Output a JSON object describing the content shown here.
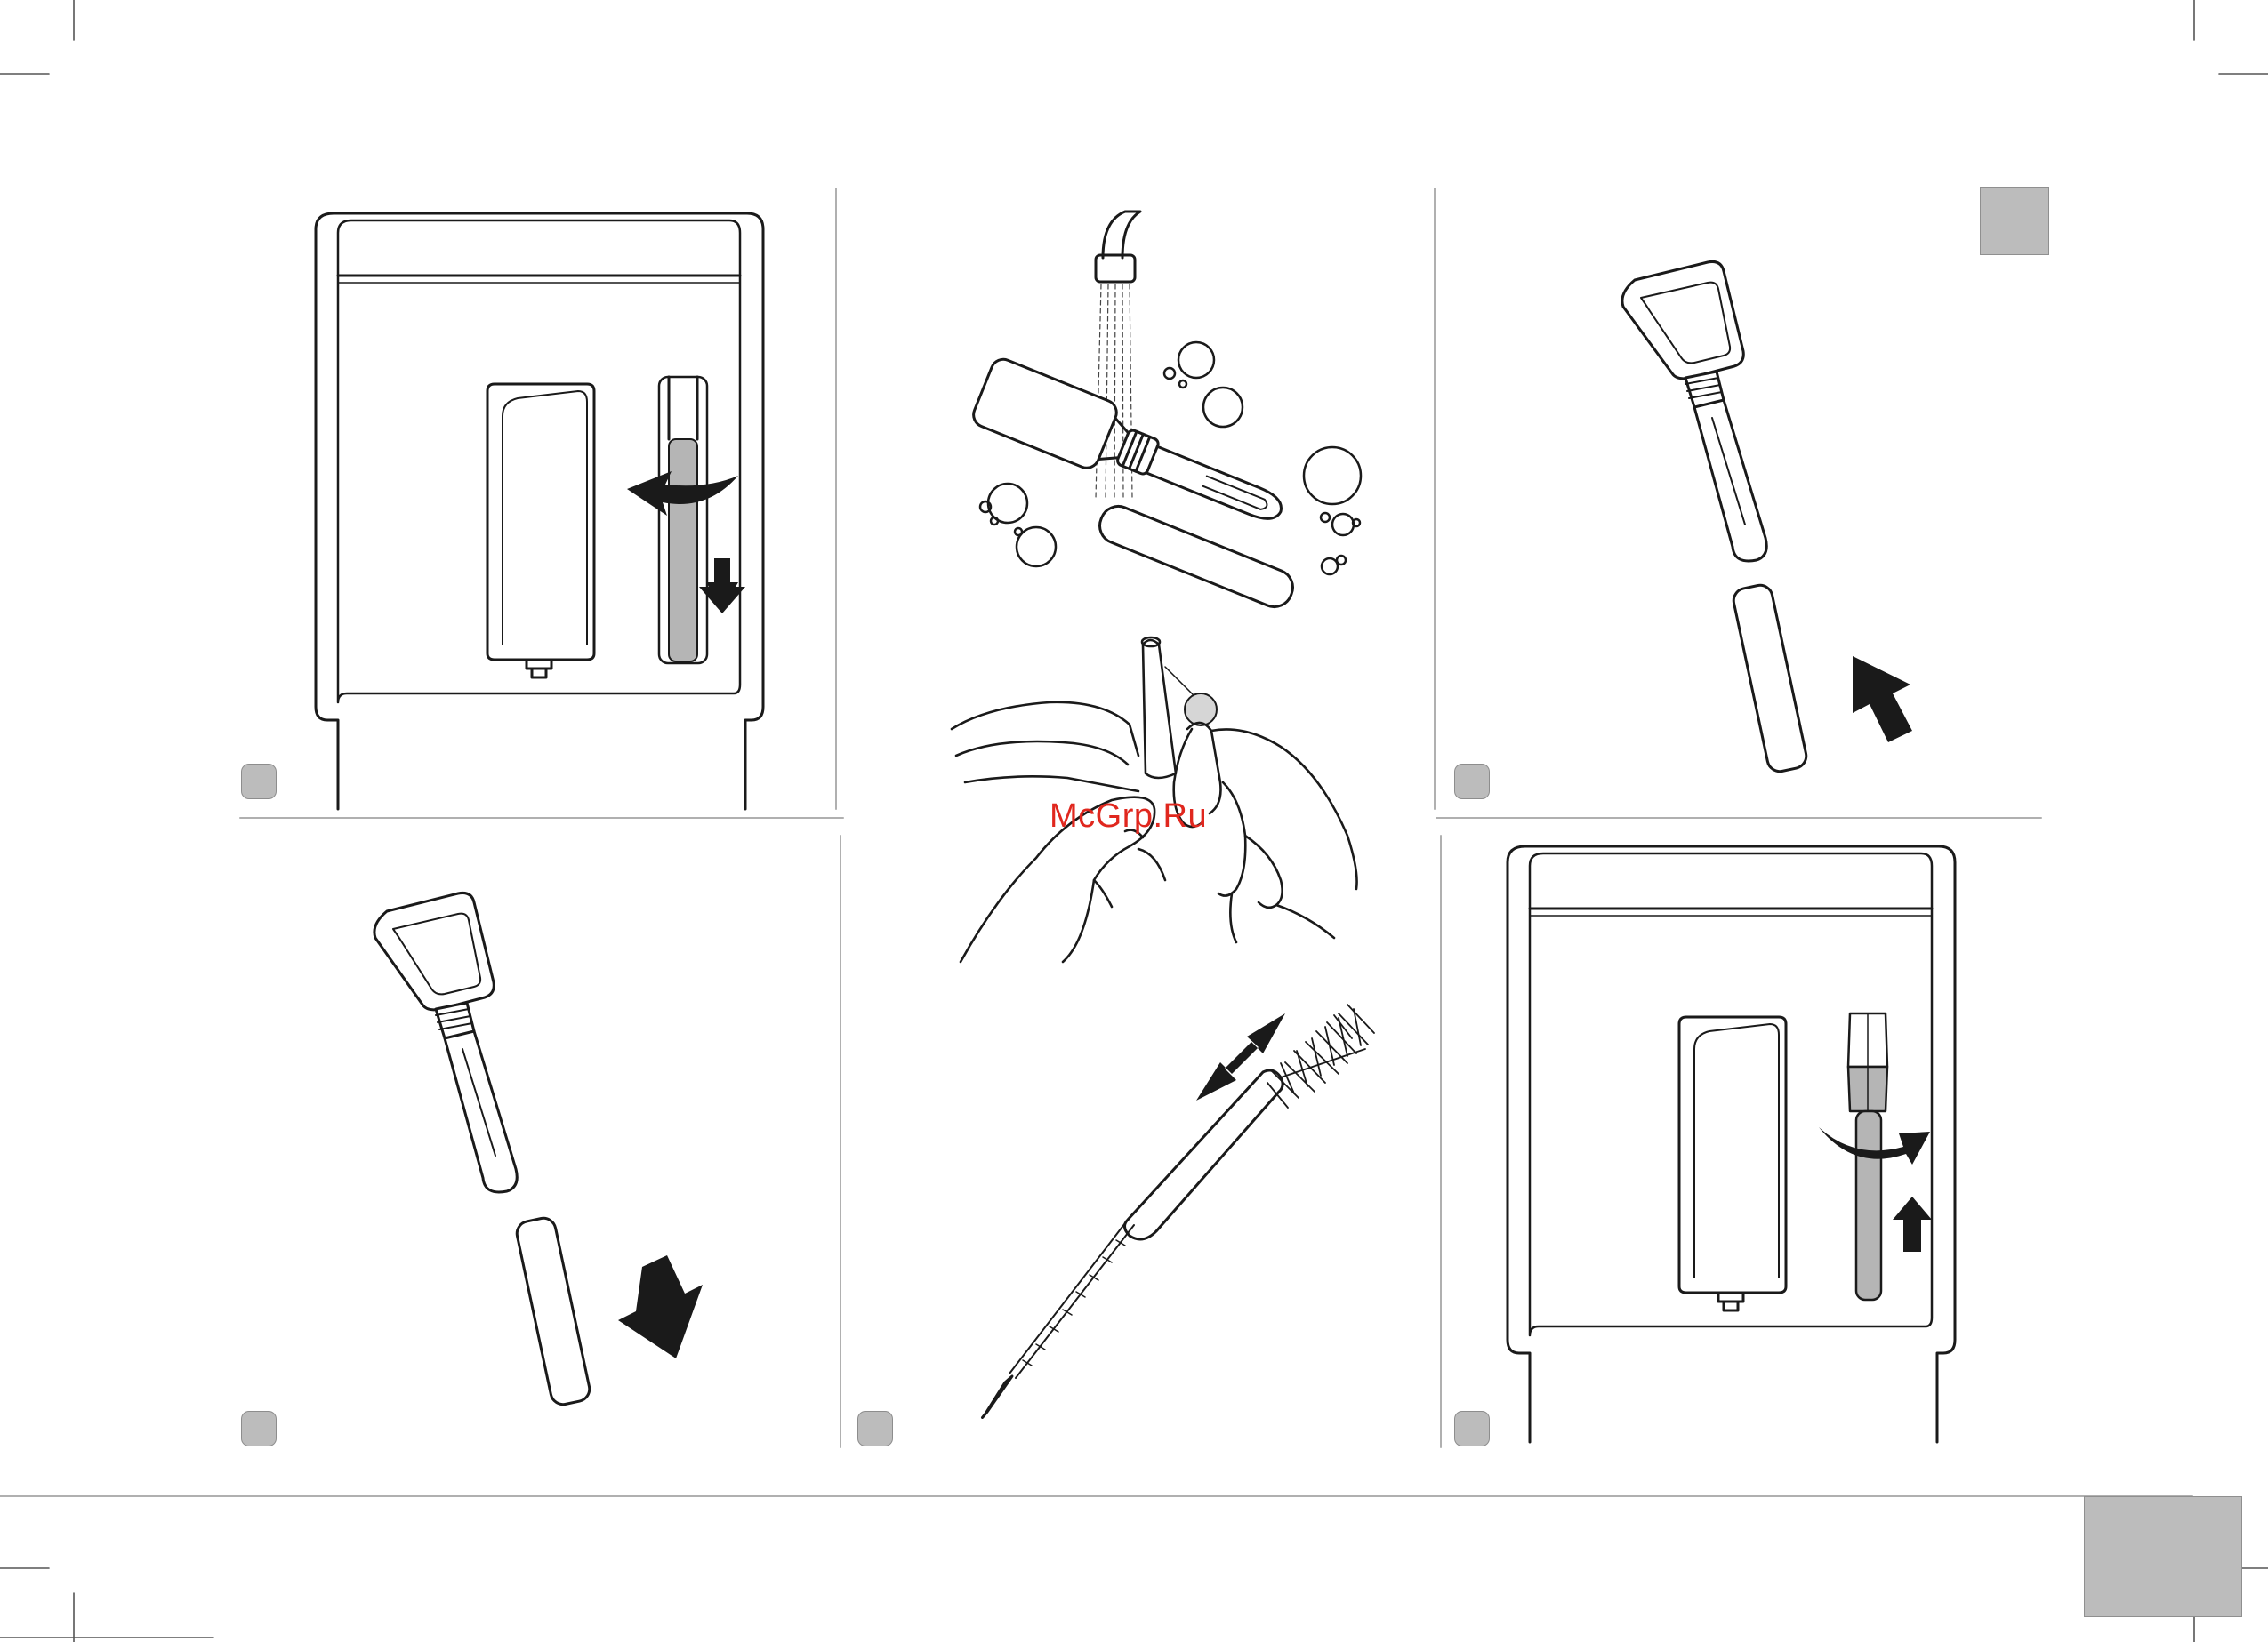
{
  "watermark": {
    "text": "McGrp.Ru"
  },
  "colors": {
    "line": "#1a1a1a",
    "marker_fill": "#bcbcbc",
    "corner_tab_fill": "#bcbcbc",
    "watermark": "#e0271e",
    "filter_fill": "#b5b5b5"
  },
  "panels": [
    {
      "id": "panel-1",
      "depicts": "machine-front-remove-filter",
      "marker_label": ""
    },
    {
      "id": "panel-2",
      "depicts": "filter-under-tap-bubbles",
      "marker_label": ""
    },
    {
      "id": "panel-3",
      "depicts": "filter-reassemble-up",
      "marker_label": ""
    },
    {
      "id": "panel-4",
      "depicts": "filter-disassemble-down",
      "marker_label": ""
    },
    {
      "id": "panel-5",
      "depicts": "cleaning-brush",
      "marker_label": ""
    },
    {
      "id": "panel-6",
      "depicts": "machine-front-insert-filter",
      "marker_label": ""
    }
  ],
  "icons": [
    "arrow-down-icon",
    "arrow-up-icon",
    "rotate-arrow-icon",
    "double-arrow-icon",
    "bubbles-icon",
    "tap-icon",
    "hands-icon",
    "brush-icon"
  ]
}
